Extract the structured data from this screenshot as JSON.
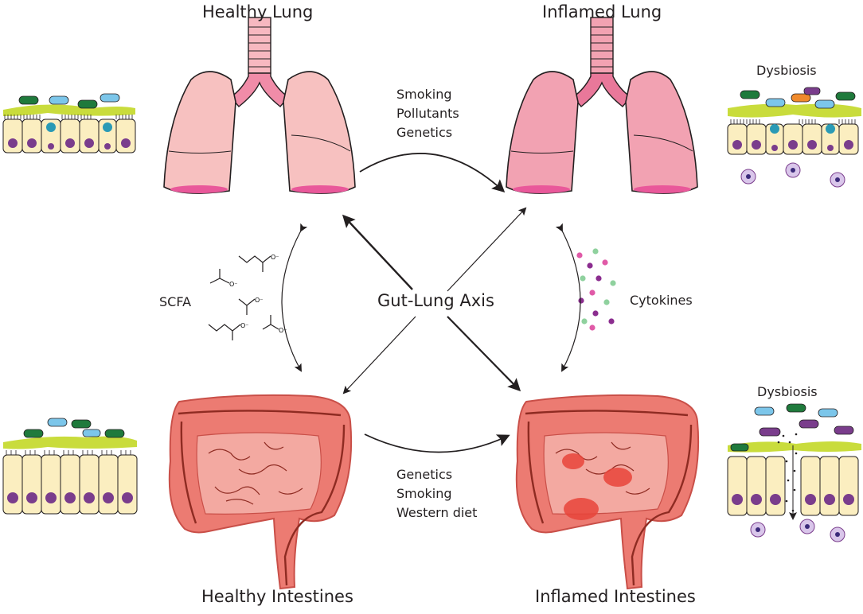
{
  "labels": {
    "healthy_lung": "Healthy Lung",
    "inflamed_lung": "Inflamed Lung",
    "healthy_intestines": "Healthy Intestines",
    "inflamed_intestines": "Inflamed Intestines",
    "center": "Gut-Lung Axis",
    "scfa": "SCFA",
    "cytokines": "Cytokines",
    "dysbiosis_top": "Dysbiosis",
    "dysbiosis_bottom": "Dysbiosis"
  },
  "lung_triggers": [
    "Smoking",
    "Pollutants",
    "Genetics"
  ],
  "gut_triggers": [
    "Genetics",
    "Smoking",
    "Western diet"
  ],
  "chem_charge": "O⁻",
  "colors": {
    "healthy_lung": "#f7c1c0",
    "inflamed_lung": "#f2a2b2",
    "trachea": "#f08ca8",
    "gut": "#ec7b72",
    "gut_inner": "#f3a9a1",
    "cell": "#fbeec0",
    "nucleus": "#7a3d8c",
    "mucus": "#c9dc3c"
  }
}
